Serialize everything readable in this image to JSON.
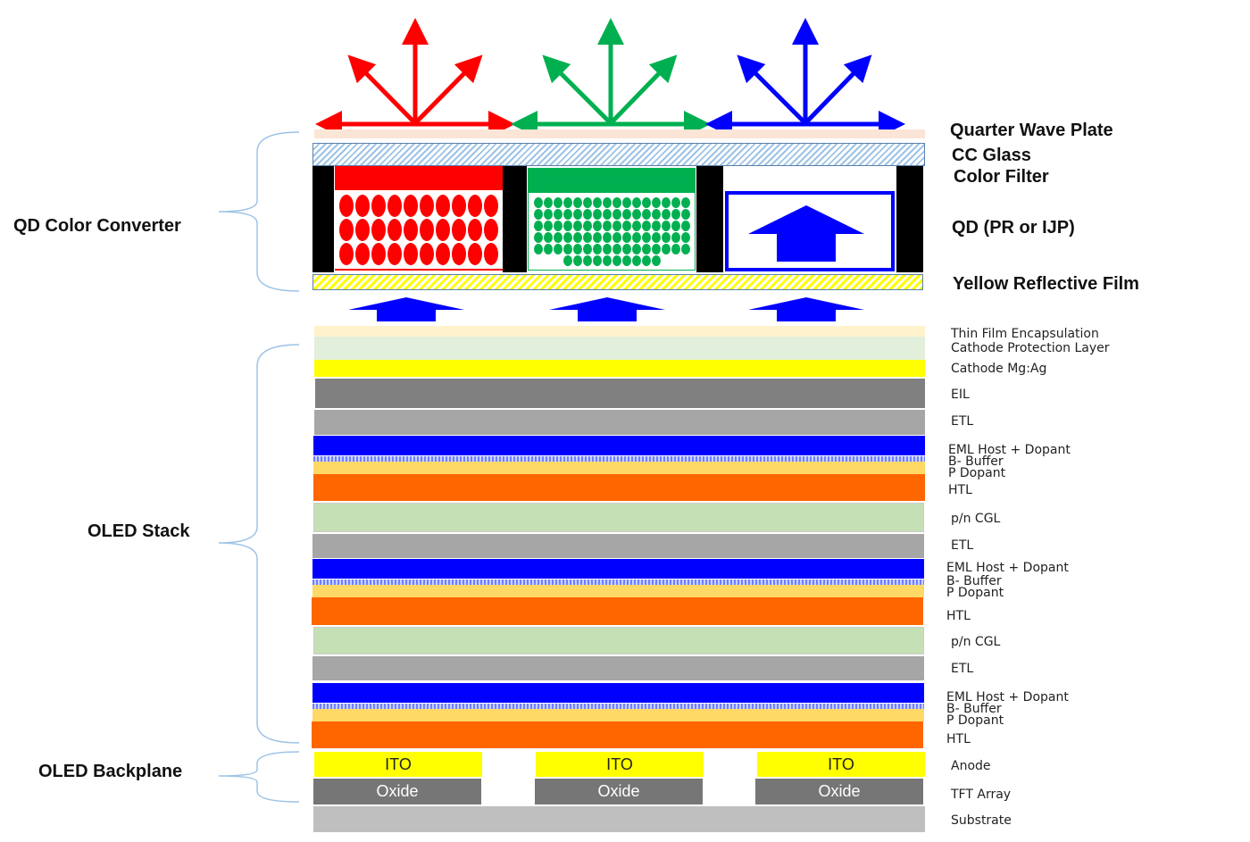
{
  "left_labels": {
    "qd_color_converter": "QD Color Converter",
    "oled_stack": "OLED Stack",
    "oled_backplane": "OLED Backplane"
  },
  "qd_labels": {
    "quarter_wave_plate": "Quarter Wave Plate",
    "cc_glass": "CC Glass",
    "color_filter": "Color Filter",
    "qd": "QD (PR or IJP)",
    "yellow_film": "Yellow Reflective Film"
  },
  "stack_labels": {
    "tfe": "Thin Film Encapsulation",
    "cpl": "Cathode Protection Layer",
    "cathode": "Cathode Mg:Ag",
    "eil": "EIL",
    "etl1": "ETL",
    "eml1": "EML Host + Dopant",
    "buf1": "B- Buffer",
    "p1": "P Dopant",
    "htl1": "HTL",
    "cgl1": "p/n CGL",
    "etl2": "ETL",
    "eml2": "EML Host + Dopant",
    "buf2": "B- Buffer",
    "p2": "P Dopant",
    "htl2": "HTL",
    "cgl2": "p/n CGL",
    "etl3": "ETL",
    "eml3": "EML Host + Dopant",
    "buf3": "B- Buffer",
    "p3": "P Dopant",
    "htl3": "HTL",
    "anode": "Anode",
    "tft": "TFT Array",
    "substrate": "Substrate"
  },
  "backplane": {
    "ito": "ITO",
    "oxide": "Oxide"
  },
  "colors": {
    "red": "#ff0000",
    "green": "#00b050",
    "blue": "#0000ff"
  }
}
